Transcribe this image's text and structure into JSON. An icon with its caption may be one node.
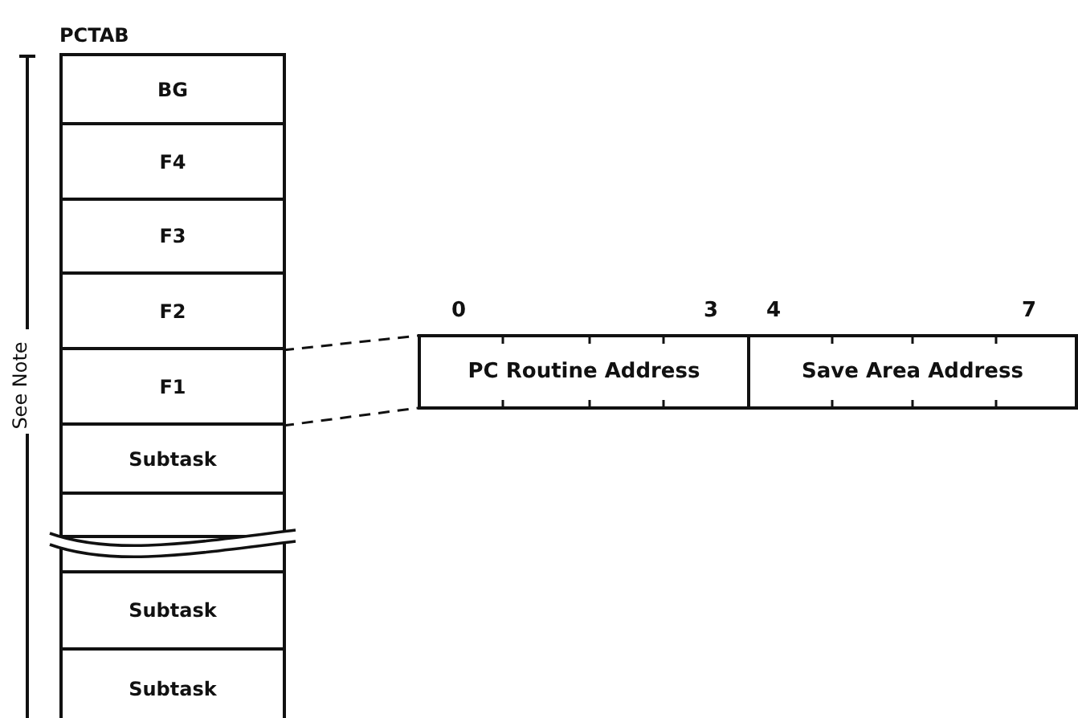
{
  "diagram": {
    "nodes": [
      {
        "text": [
          "PCTAB"
        ]
      },
      {
        "text": [
          "BG"
        ],
        "in": 0
      },
      {
        "text": [
          "F4"
        ],
        "in": 0
      },
      {
        "text": [
          "F3"
        ],
        "in": 0
      },
      {
        "text": [
          "F2"
        ],
        "in": 0
      },
      {
        "text": [
          "F1"
        ],
        "in": 0
      },
      {
        "text": [
          "Subtask"
        ],
        "in": 0
      },
      {
        "text": [],
        "shape": "box",
        "in": 0
      },
      {
        "text": [],
        "shape": "box",
        "in": 0
      },
      {
        "text": [
          "Subtask"
        ],
        "in": 0
      },
      {
        "text": [
          "Subtask"
        ],
        "in": 0
      },
      {
        "text": [],
        "shape": "box"
      },
      {
        "text": [
          "PC Routine Address"
        ],
        "in": 11
      },
      {
        "text": [
          "Save Area Address"
        ],
        "in": 11
      }
    ],
    "edges": [
      {
        "from": 5,
        "to": 11,
        "arrow": "none",
        "style": "dashed"
      },
      {
        "from": 5,
        "to": 11,
        "arrow": "none",
        "style": "dashed"
      }
    ],
    "labels": [
      "0",
      "3",
      "4",
      "7",
      "See Note"
    ]
  }
}
